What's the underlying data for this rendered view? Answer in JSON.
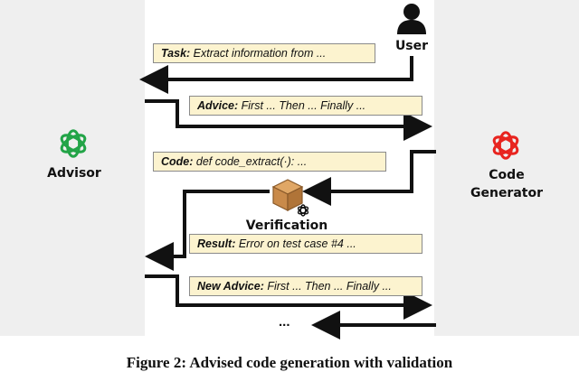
{
  "agents": {
    "advisor": "Advisor",
    "user": "User",
    "code_generator_line1": "Code",
    "code_generator_line2": "Generator",
    "verification": "Verification"
  },
  "messages": [
    {
      "key": "Task:",
      "text": " Extract information from ..."
    },
    {
      "key": "Advice:",
      "text": " First ... Then ... Finally ..."
    },
    {
      "key": "Code:",
      "text": " def code_extract(·): ..."
    },
    {
      "key": "Result:",
      "text": " Error on test case #4 ..."
    },
    {
      "key": "New Advice:",
      "text": " First ... Then ... Finally ..."
    }
  ],
  "ellipsis": "...",
  "caption": "Figure 2: Advised code generation with validation",
  "colors": {
    "advisor_logo": "#22a447",
    "generator_logo": "#e8241f",
    "message_bg": "#fcf3cf",
    "verification_box": "#c98a4a"
  }
}
